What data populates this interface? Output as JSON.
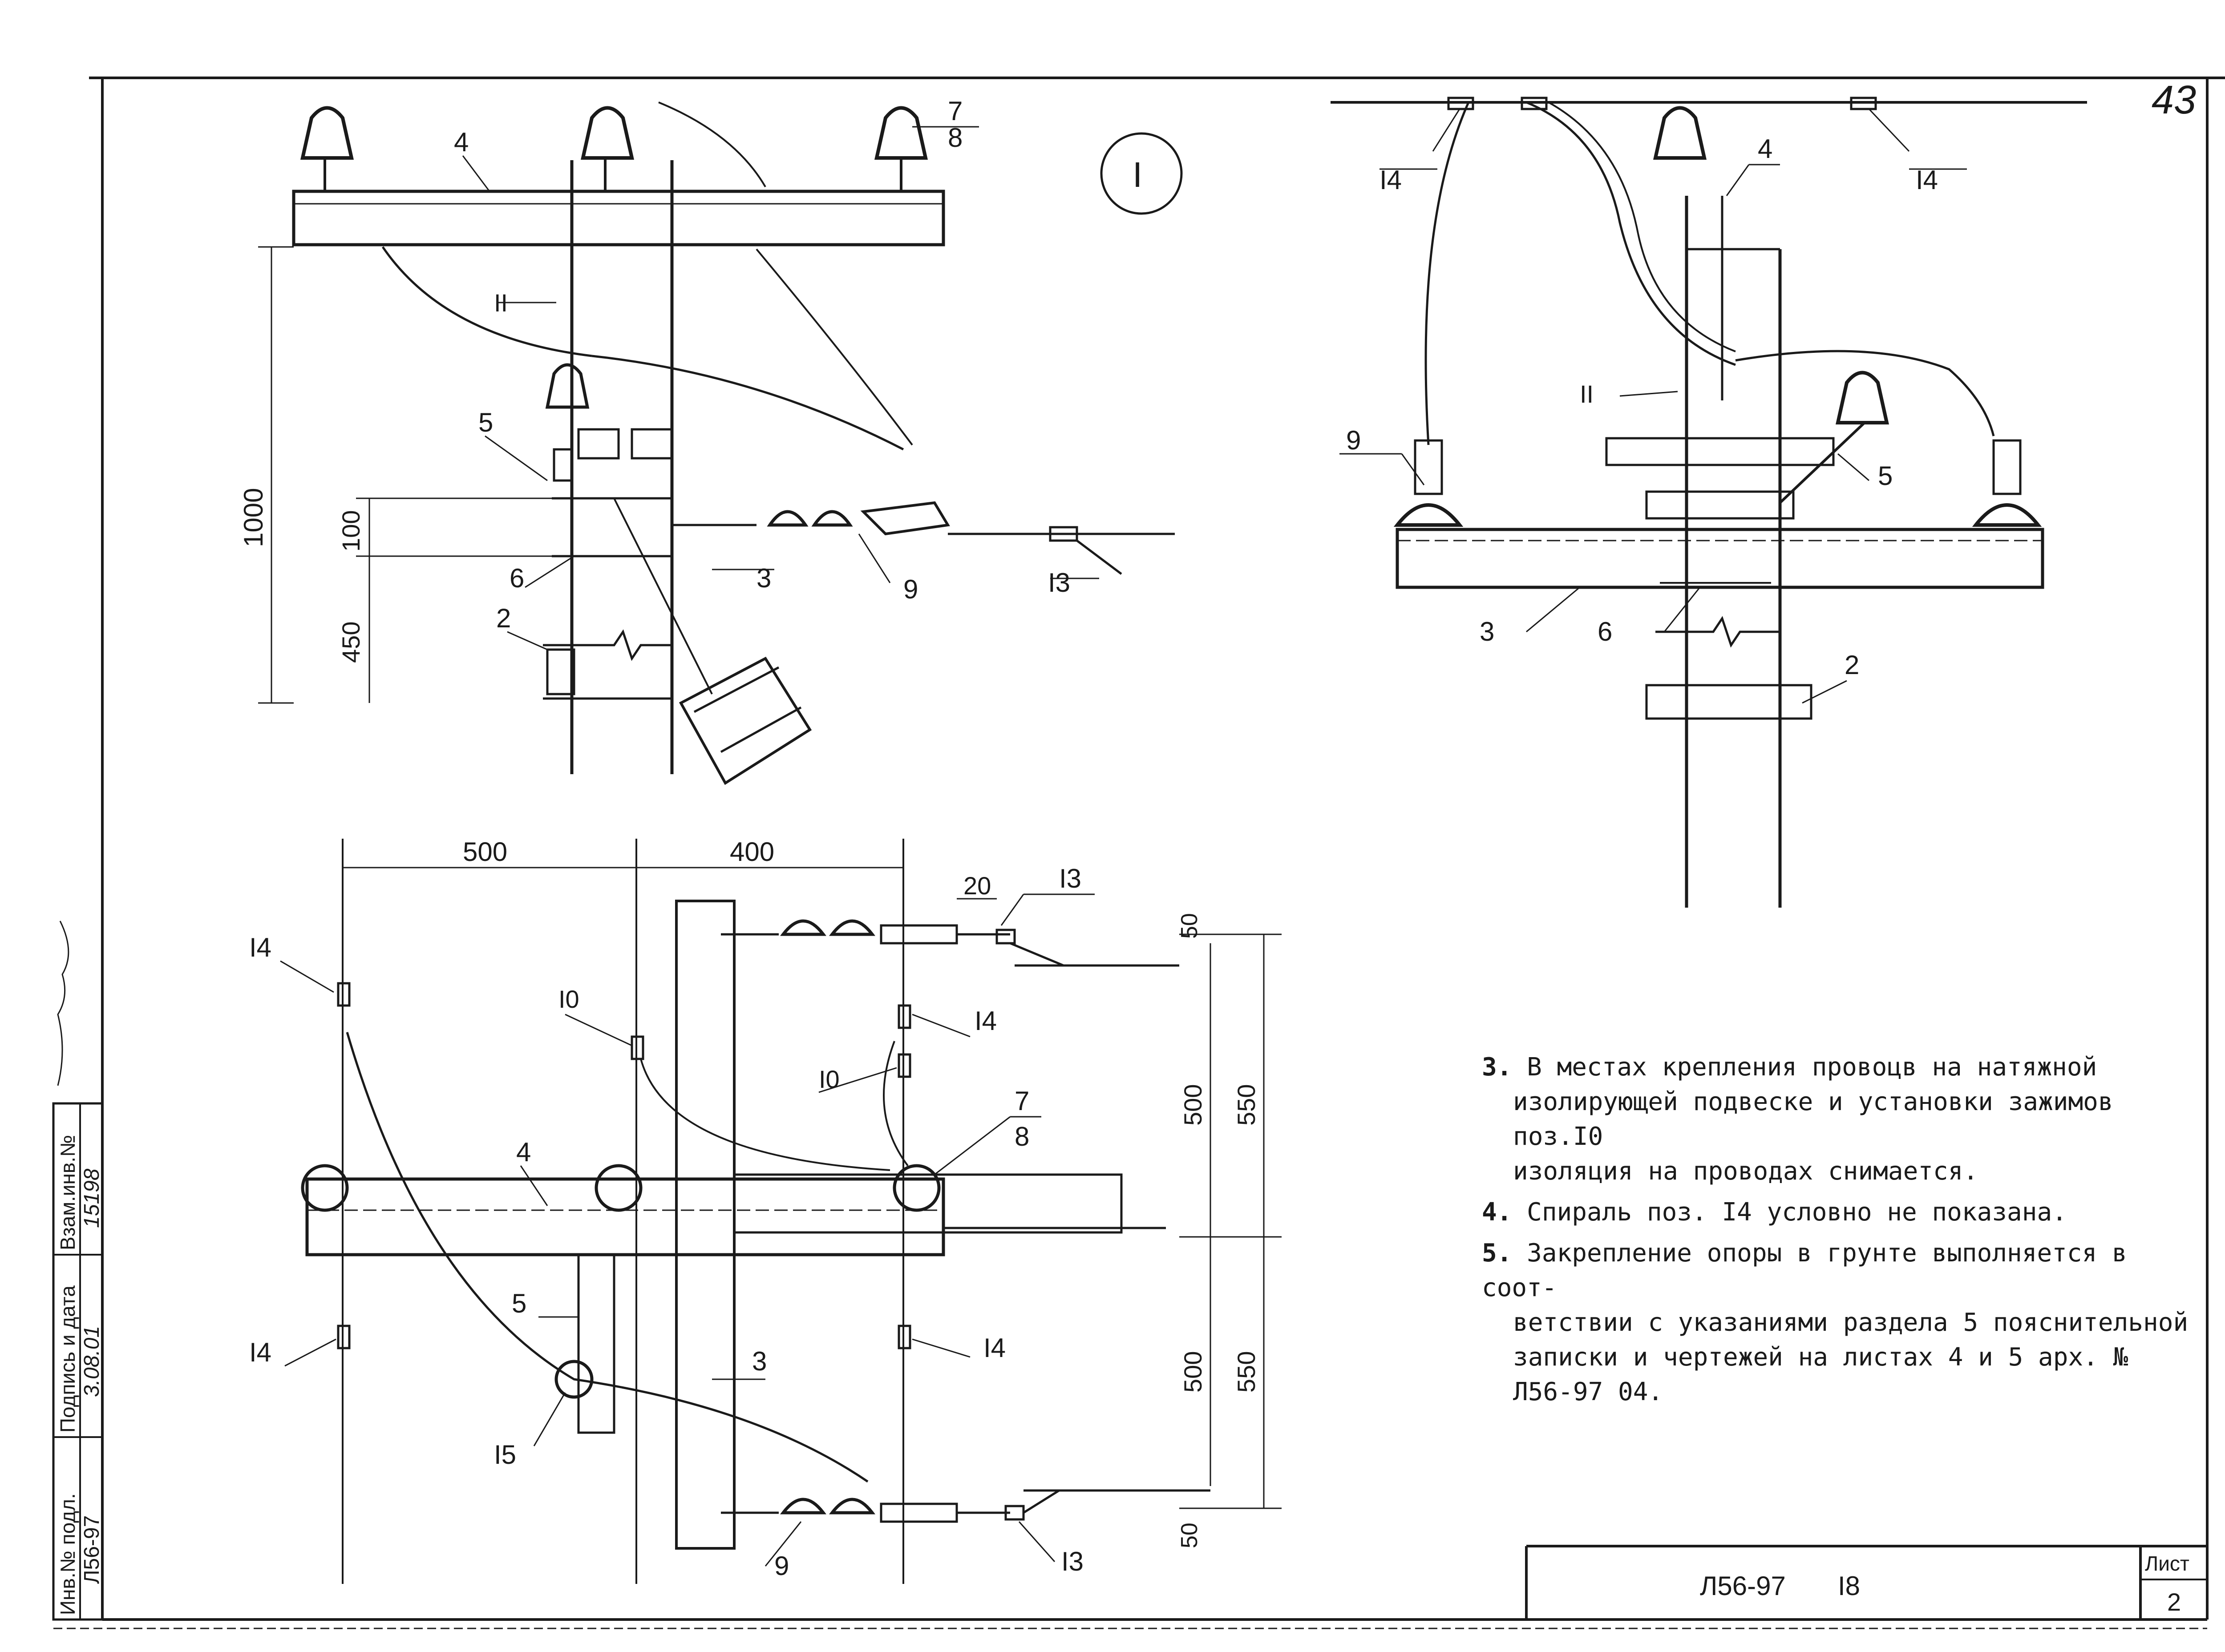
{
  "sheet_number_handwritten": "43",
  "view_marker": "I",
  "views": {
    "top_left": {
      "labels": {
        "crossarm": "4",
        "insulator": "7",
        "insulator_sub": "8",
        "clamp_II": "II",
        "brace": "5",
        "ring": "6",
        "bracket": "2",
        "tension_rod": "3",
        "string": "9",
        "spiral": "I3"
      },
      "dims": {
        "total": "1000",
        "upper": "100",
        "lower": "450"
      }
    },
    "top_right": {
      "labels": {
        "clamp_left": "I4",
        "clamp_right": "I4",
        "crossarm": "4",
        "clamp_II": "II",
        "insulator_left": "9",
        "brace": "5",
        "crossarm_low": "3",
        "ring": "6",
        "bracket": "2"
      }
    },
    "bottom_left": {
      "dims": {
        "span_left": "500",
        "span_right": "400",
        "gap": "20",
        "top_off": "50",
        "mid_upper": "500",
        "mid_upper_total": "550",
        "mid_lower": "500",
        "mid_lower_total": "550",
        "bottom_off": "50"
      },
      "labels": {
        "spiral_top": "I3",
        "clamp_tl": "I4",
        "clamp_10a": "I0",
        "clamp_10b": "I0",
        "clamp_r1": "I4",
        "insulator": "7",
        "insulator_sub": "8",
        "crossarm": "4",
        "brace": "5",
        "clamp_bl": "I4",
        "clamp_br": "I4",
        "tension_rod": "3",
        "ring": "I5",
        "string": "9",
        "spiral_bottom": "I3"
      }
    }
  },
  "notes": [
    {
      "n": "3.",
      "lines": [
        "В местах крепления провоцв на натяжной",
        "изолирующей подвеске и установки зажимов поз.I0",
        "изоляция на проводах снимается."
      ]
    },
    {
      "n": "4.",
      "lines": [
        "Спираль поз. I4 условно не показана."
      ]
    },
    {
      "n": "5.",
      "lines": [
        "Закрепление опоры в грунте выполняется в соот-",
        "ветствии с указаниями раздела 5 пояснительной",
        "записки и чертежей на листах 4 и 5 арх. №",
        "Л56-97 04."
      ]
    }
  ],
  "side_stamp": {
    "inv_podl": "Инв.№ подл.",
    "podpis": "Подпись и дата",
    "vzam": "Взам.инв.№",
    "doc_code": "Л56-97",
    "date": "3.08.01",
    "inv_no": "15198"
  },
  "title_block": {
    "code": "Л56-97",
    "sheet_ref": "I8",
    "list_label": "Лист",
    "list_no": "2"
  }
}
